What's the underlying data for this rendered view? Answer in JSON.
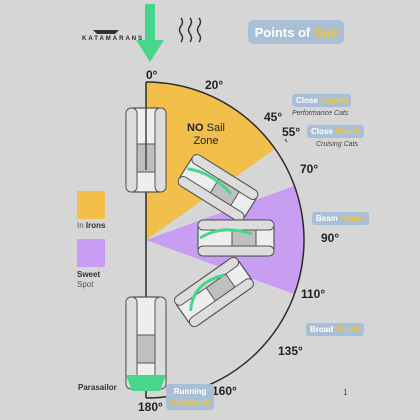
{
  "brand": "KATAMARANS",
  "title": {
    "text": "Points of",
    "accent": "Sail"
  },
  "angles": [
    "0°",
    "20°",
    "45°",
    "55°",
    "70°",
    "90°",
    "110°",
    "135°",
    "160°",
    "180°"
  ],
  "zones": {
    "no_sail_bold": "NO",
    "no_sail_rest": "Sail",
    "no_sail_line2": "Zone"
  },
  "tags": {
    "close_hauled": {
      "a": "Close",
      "b": "Hauled",
      "sub": "Performance Cats"
    },
    "close_reach": {
      "a": "Close",
      "b": "Reach",
      "sub": "Cruising Cats"
    },
    "beam_reach": {
      "a": "Beam",
      "b": "Reach"
    },
    "broad_reach": {
      "a": "Broad",
      "b": "Reach"
    },
    "running": {
      "a": "Running",
      "b": "Downwind"
    }
  },
  "legend": {
    "in_irons_pre": "In",
    "in_irons_bold": "Irons",
    "sweet_bold": "Sweet",
    "sweet_line2": "Spot"
  },
  "parasailor": "Parasailor",
  "page_number": "1",
  "colors": {
    "yellow": "#f2bf4a",
    "purple": "#c79ef2",
    "green": "#46d68c",
    "tag": "#a9bfd6",
    "accent": "#f0c338",
    "background": "#d6d6d6"
  }
}
